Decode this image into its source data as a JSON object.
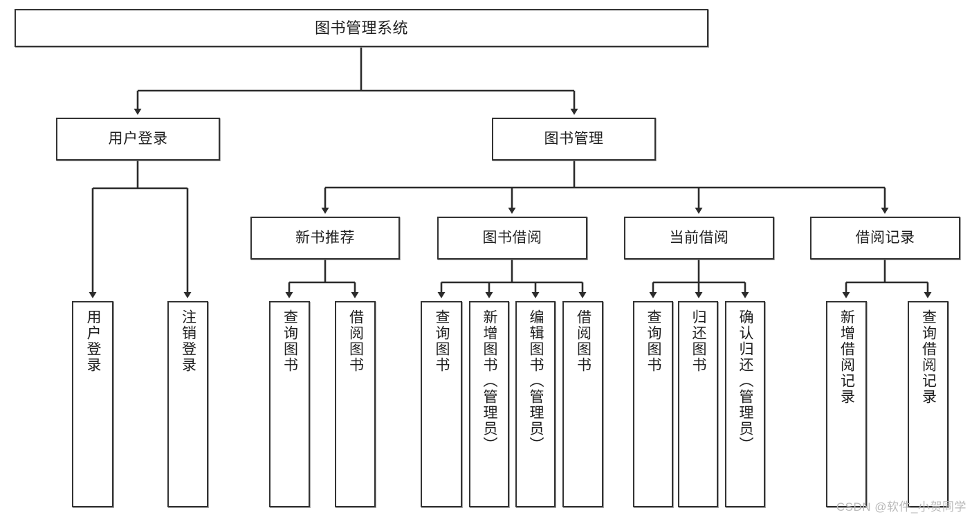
{
  "diagram": {
    "type": "tree-hierarchy",
    "title": "图书管理系统",
    "watermark": "CSDN @软件_小贺同学",
    "colors": {
      "box_border": "#333333",
      "box_fill": "#ffffff",
      "edge": "#2b2b2b",
      "text": "#1f1f1f",
      "watermark": "#b9b9b9"
    },
    "nodes": {
      "root": {
        "label": "图书管理系统"
      },
      "level2": [
        {
          "label": "用户登录"
        },
        {
          "label": "图书管理"
        }
      ],
      "level3": [
        {
          "label": "新书推荐"
        },
        {
          "label": "图书借阅"
        },
        {
          "label": "当前借阅"
        },
        {
          "label": "借阅记录"
        }
      ],
      "leaves": {
        "user_login": [
          {
            "label": "用户登录"
          },
          {
            "label": "注销登录"
          }
        ],
        "new_book_recommend": [
          {
            "label": "查询图书"
          },
          {
            "label": "借阅图书"
          }
        ],
        "book_borrow": [
          {
            "label": "查询图书"
          },
          {
            "label": "新增图书（管理员）"
          },
          {
            "label": "编辑图书（管理员）"
          },
          {
            "label": "借阅图书"
          }
        ],
        "current_borrow": [
          {
            "label": "查询图书"
          },
          {
            "label": "归还图书"
          },
          {
            "label": "确认归还（管理员）"
          }
        ],
        "borrow_record": [
          {
            "label": "新增借阅记录"
          },
          {
            "label": "查询借阅记录"
          }
        ]
      }
    }
  }
}
